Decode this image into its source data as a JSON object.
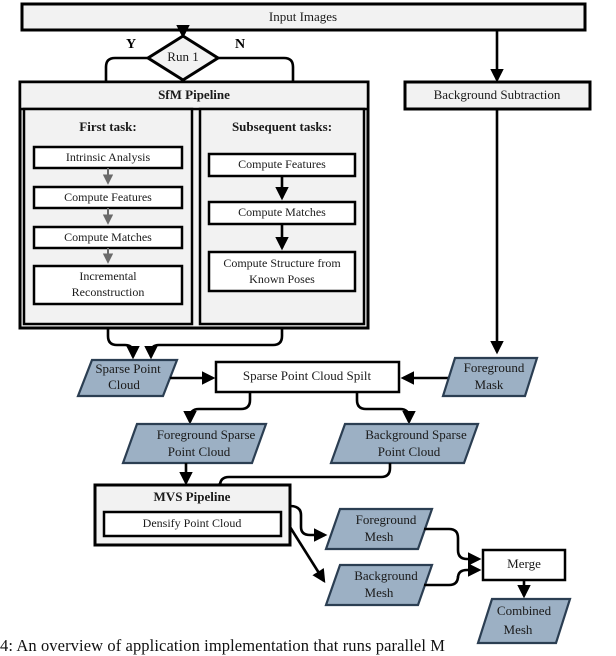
{
  "figure": {
    "caption": "4: An overview of application implementation that runs parallel M"
  },
  "nodes": {
    "input_images": "Input Images",
    "decision": "Run 1",
    "decision_yes": "Y",
    "decision_no": "N",
    "background_subtraction": "Background Subtraction",
    "sfm_pipeline": "SfM Pipeline",
    "first_task": "First task:",
    "subsequent_tasks": "Subsequent tasks:",
    "intrinsic_analysis": "Intrinsic Analysis",
    "compute_features_a": "Compute Features",
    "compute_matches_a": "Compute Matches",
    "incremental_reconstruction_l1": "Incremental",
    "incremental_reconstruction_l2": "Reconstruction",
    "compute_features_b": "Compute Features",
    "compute_matches_b": "Compute Matches",
    "compute_structure_l1": "Compute Structure from",
    "compute_structure_l2": "Known Poses",
    "sparse_point_cloud_l1": "Sparse Point",
    "sparse_point_cloud_l2": "Cloud",
    "sparse_point_cloud_split": "Sparse Point Cloud Spilt",
    "foreground_mask_l1": "Foreground",
    "foreground_mask_l2": "Mask",
    "fg_sparse_pc_l1": "Foreground Sparse",
    "fg_sparse_pc_l2": "Point Cloud",
    "bg_sparse_pc_l1": "Background Sparse",
    "bg_sparse_pc_l2": "Point Cloud",
    "mvs_pipeline": "MVS Pipeline",
    "densify_point_cloud": "Densify Point Cloud",
    "foreground_mesh_l1": "Foreground",
    "foreground_mesh_l2": "Mesh",
    "background_mesh_l1": "Background",
    "background_mesh_l2": "Mesh",
    "merge": "Merge",
    "combined_mesh_l1": "Combined",
    "combined_mesh_l2": "Mesh"
  },
  "colors": {
    "process_fill": "#f2f2f2",
    "data_fill": "#9cb0c4",
    "data_stroke": "#2b3e52",
    "line": "#000000",
    "inner_gray_line": "#6b6b6b"
  }
}
